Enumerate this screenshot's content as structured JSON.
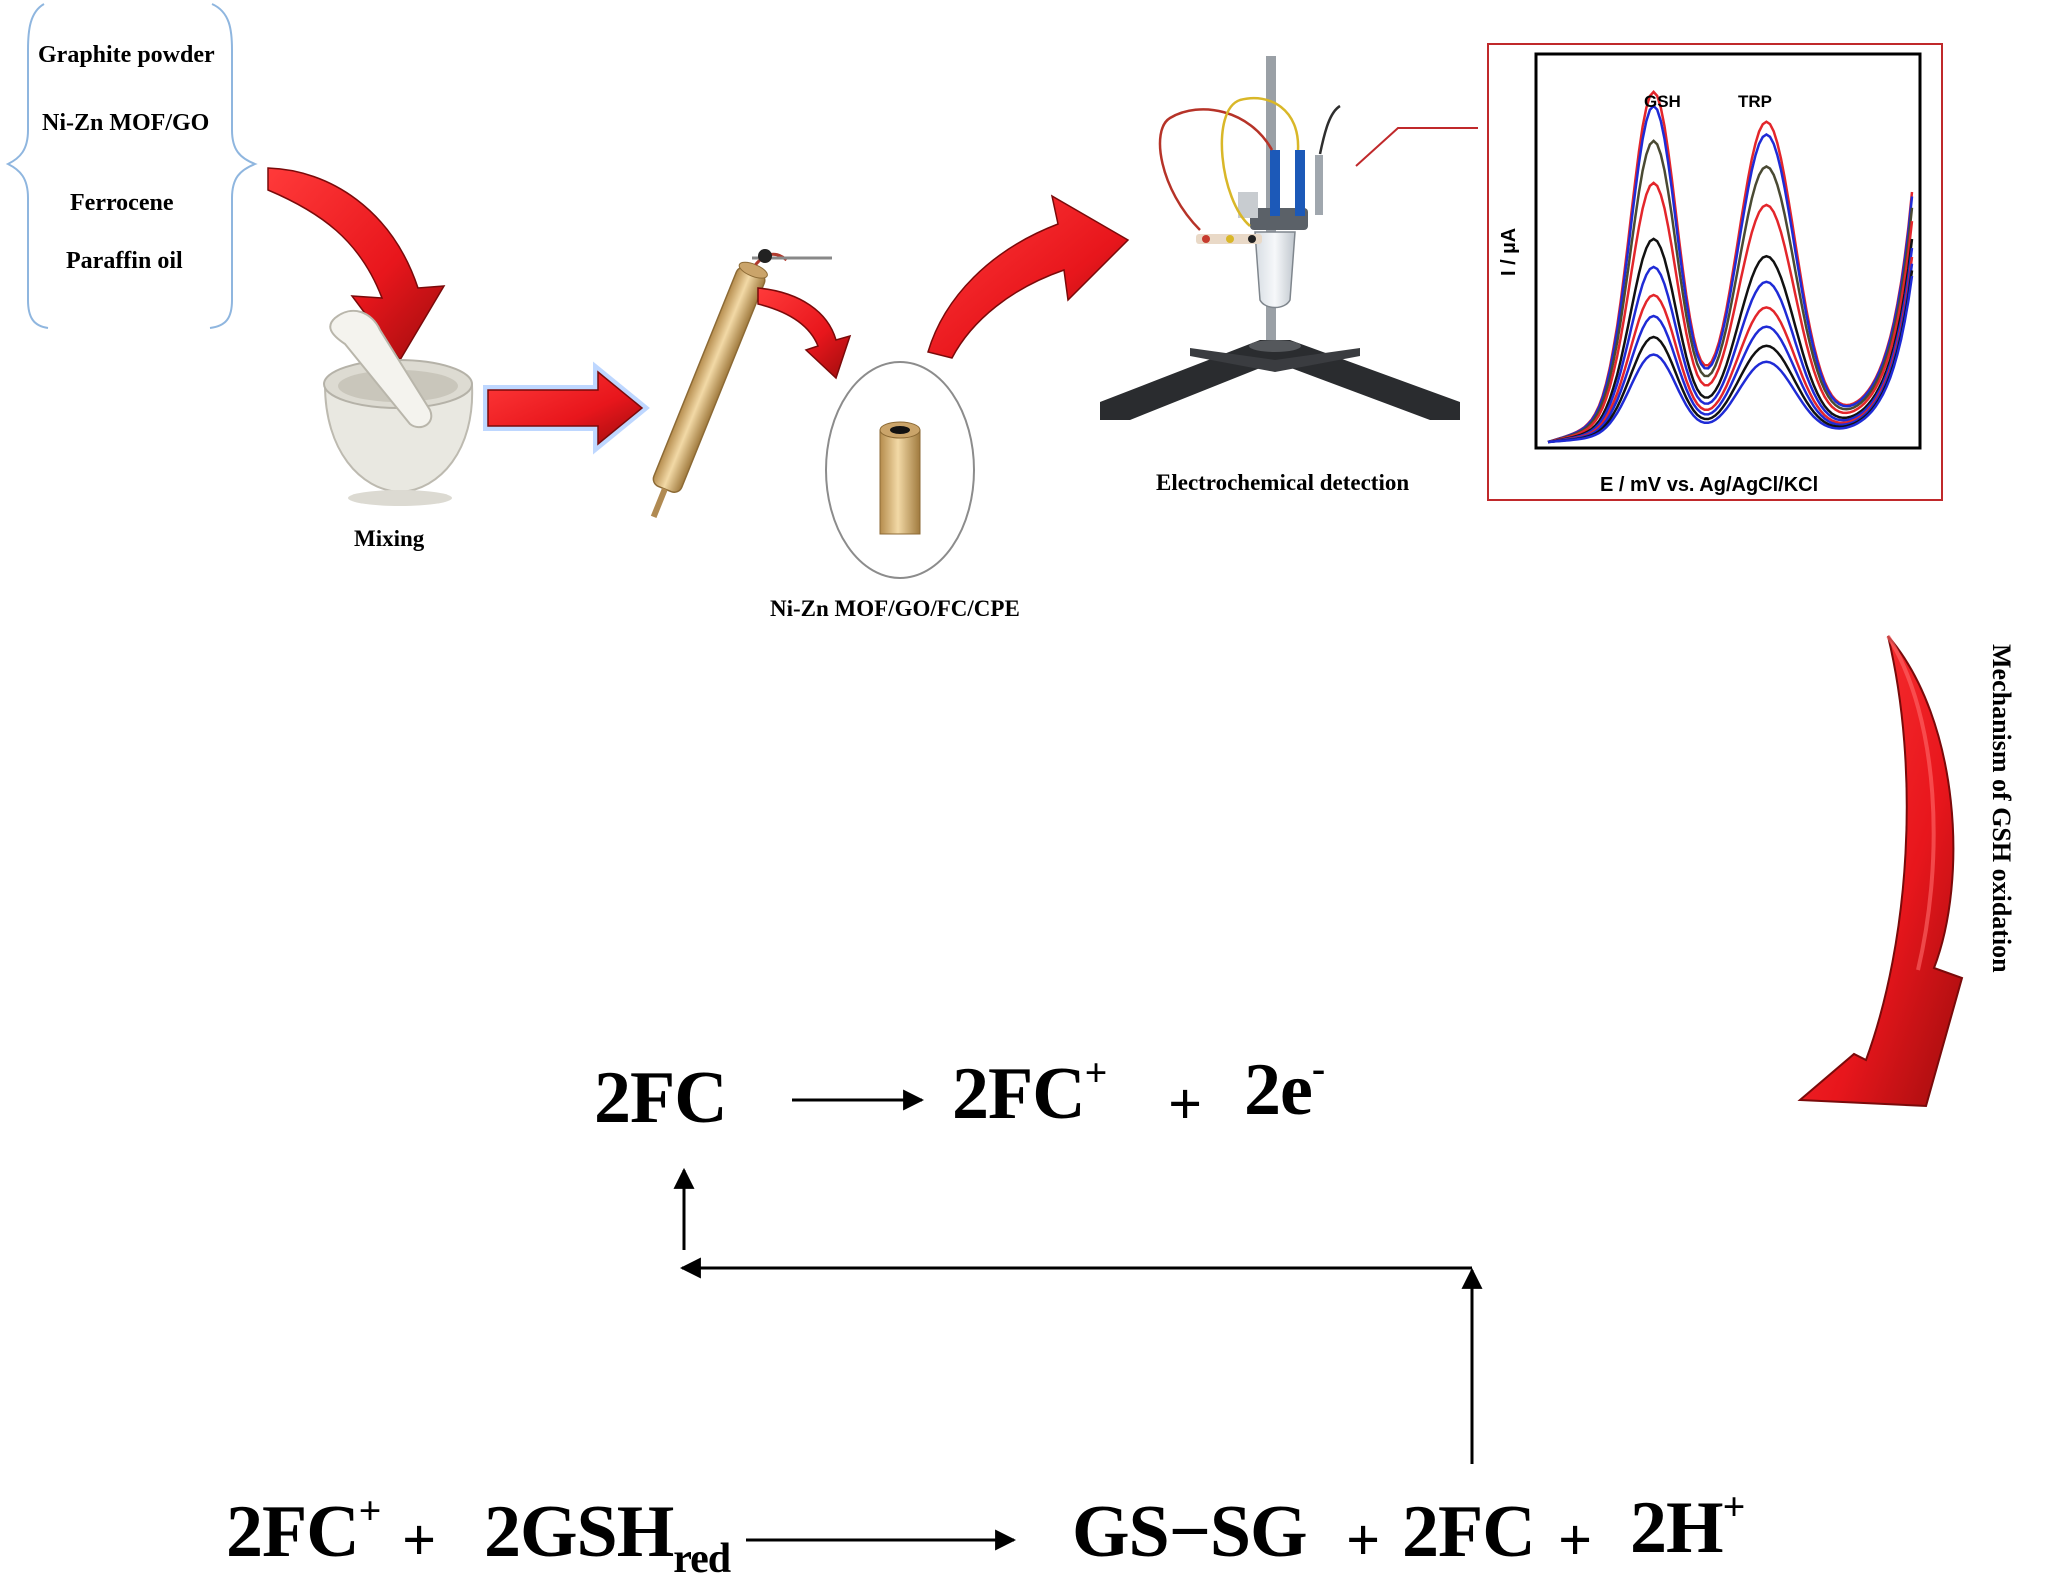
{
  "ingredients": {
    "items": [
      "Graphite powder",
      "Ni-Zn MOF/GO",
      "Ferrocene",
      "Paraffin oil"
    ]
  },
  "captions": {
    "mixing": "Mixing",
    "electrode": "Ni-Zn MOF/GO/FC/CPE",
    "detection": "Electrochemical detection",
    "mechanism": "Mechanism of GSH oxidation"
  },
  "voltammogram": {
    "peak_label_1": "GSH",
    "peak_label_2": "TRP",
    "xlabel": "E / mV vs. Ag/AgCl/KCl",
    "ylabel": "I / µA",
    "frame_color": "#c0292b",
    "curve_colors": [
      "#e3262b",
      "#1f2bd6",
      "#4a4a33",
      "#111111"
    ]
  },
  "reaction1": {
    "reactant": "2FC",
    "product_base": "2FC",
    "product_charge": "+",
    "plus": "+",
    "electron_base": "2e",
    "electron_charge": "-"
  },
  "reaction2": {
    "r1_base": "2FC",
    "r1_charge": "+",
    "plus1": "+",
    "r2_base": "2GSH",
    "r2_sub": "red",
    "p1": "GS−SG",
    "plus2": "+",
    "p2": "2FC",
    "plus3": "+",
    "p3_base": "2H",
    "p3_charge": "+"
  },
  "colors": {
    "arrow_red": "#e8161c",
    "arrow_dark": "#8a0c0c",
    "electrode_gold": "#d8b57a",
    "glow_blue": "#6fa6ff"
  }
}
